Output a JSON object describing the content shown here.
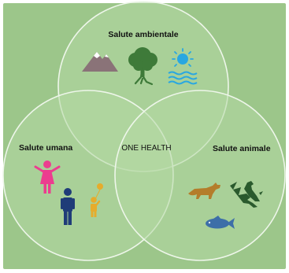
{
  "diagram": {
    "circles": {
      "environment": {
        "label": "Salute ambientale"
      },
      "human": {
        "label": "Salute umana"
      },
      "animal": {
        "label": "Salute animale"
      }
    },
    "center_label": "ONE HEALTH"
  },
  "colors": {
    "background": "#9cc68a",
    "circle_fill": "#a9cf98",
    "circle_stroke": "#eef6ea",
    "mountain": "#8a7378",
    "tree": "#3e7a39",
    "sun": "#29a7e1",
    "water": "#29a7e1",
    "woman": "#ec3d8f",
    "man": "#1f3c78",
    "child": "#e6ac2c",
    "fox": "#b47d2b",
    "eagle": "#2a5a2d",
    "fish": "#3d6fa8"
  },
  "icons": {
    "environment": [
      "mountain-icon",
      "tree-icon",
      "sun-over-water-icon"
    ],
    "human": [
      "woman-icon",
      "man-icon",
      "child-with-balloon-icon"
    ],
    "animal": [
      "fox-icon",
      "eagle-icon",
      "fish-icon"
    ]
  }
}
